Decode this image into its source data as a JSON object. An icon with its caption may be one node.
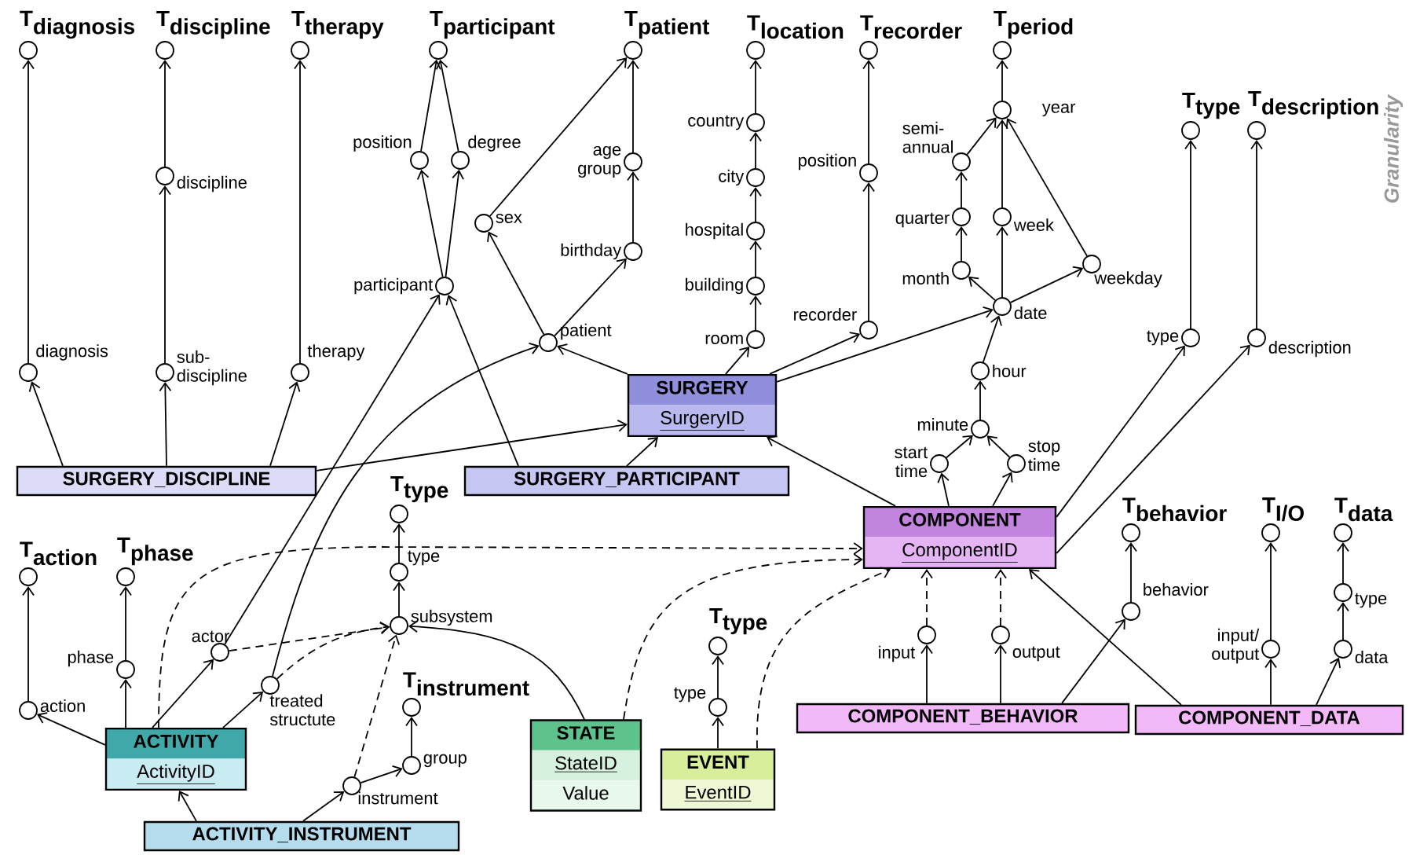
{
  "diagram": {
    "nodes": [
      {
        "text": [
          "\\textbf{T}_{\\textbf{diagnosis}}"
        ]
      },
      {
        "text": [
          "\\textbf{T}_{\\textbf{discipline}}"
        ]
      },
      {
        "text": [
          "\\textbf{T}_{\\textbf{therapy}}"
        ]
      },
      {
        "text": [
          "\\textbf{T}_{\\textbf{participant}}"
        ]
      },
      {
        "text": [
          "\\textbf{T}_{\\textbf{patient}}"
        ]
      },
      {
        "text": [
          "\\textbf{T}_{\\textbf{location}}"
        ]
      },
      {
        "text": [
          "\\textbf{T}_{\\textbf{recorder}}"
        ]
      },
      {
        "text": [
          "\\textbf{T}_{\\textbf{period}}"
        ]
      },
      {
        "text": [
          "\\textbf{T}_{\\textbf{type}}"
        ]
      },
      {
        "text": [
          "\\textbf{T}_{\\textbf{description}}"
        ]
      },
      {
        "text": [
          "diagnosis"
        ]
      },
      {
        "text": [
          "discipline"
        ]
      },
      {
        "text": [
          "sub- discipline"
        ]
      },
      {
        "text": [
          "therapy"
        ]
      },
      {
        "text": [
          "position"
        ]
      },
      {
        "text": [
          "degree"
        ]
      },
      {
        "text": [
          "participant"
        ]
      },
      {
        "text": [
          "sex"
        ]
      },
      {
        "text": [
          "age group"
        ]
      },
      {
        "text": [
          "birthday"
        ]
      },
      {
        "text": [
          "patient"
        ]
      },
      {
        "text": [
          "country"
        ]
      },
      {
        "text": [
          "city"
        ]
      },
      {
        "text": [
          "hospital"
        ]
      },
      {
        "text": [
          "building"
        ]
      },
      {
        "text": [
          "room"
        ]
      },
      {
        "text": [
          "position"
        ]
      },
      {
        "text": [
          "recorder"
        ]
      },
      {
        "text": [
          "year"
        ]
      },
      {
        "text": [
          "semi- annual"
        ]
      },
      {
        "text": [
          "quarter"
        ]
      },
      {
        "text": [
          "week"
        ]
      },
      {
        "text": [
          "month"
        ]
      },
      {
        "text": [
          "weekday"
        ]
      },
      {
        "text": [
          "date"
        ]
      },
      {
        "text": [
          "hour"
        ]
      },
      {
        "text": [
          "minute"
        ]
      },
      {
        "text": [
          "start time"
        ]
      },
      {
        "text": [
          "stop time"
        ]
      },
      {
        "text": [
          "type"
        ]
      },
      {
        "text": [
          "description"
        ]
      },
      {
        "text": [
          "\\textbf{T}_{\\textbf{behavior}}"
        ]
      },
      {
        "text": [
          "\\textbf{T}_{\\textbf{I/O}}"
        ]
      },
      {
        "text": [
          "\\textbf{T}_{\\textbf{data}}"
        ]
      },
      {
        "text": [
          "behavior"
        ]
      },
      {
        "text": [
          "input/ output"
        ]
      },
      {
        "text": [
          "type"
        ]
      },
      {
        "text": [
          "data"
        ]
      },
      {
        "text": [
          "input"
        ]
      },
      {
        "text": [
          "output"
        ]
      },
      {
        "text": [
          "\\textbf{T}_{\\textbf{type}}"
        ]
      },
      {
        "text": [
          "type"
        ]
      },
      {
        "text": [
          "subsystem"
        ]
      },
      {
        "text": [
          "\\textbf{T}_{\\textbf{instrument}}"
        ]
      },
      {
        "text": [
          "group"
        ]
      },
      {
        "text": [
          "instrument"
        ]
      },
      {
        "text": [
          "actor"
        ]
      },
      {
        "text": [
          "treated structute"
        ]
      },
      {
        "text": [
          "\\textbf{T}_{\\textbf{action}}"
        ]
      },
      {
        "text": [
          "\\textbf{T}_{\\textbf{phase}}"
        ]
      },
      {
        "text": [
          "phase"
        ]
      },
      {
        "text": [
          "action"
        ]
      },
      {
        "text": [
          "\\textbf{T}_{\\textbf{type}}"
        ]
      },
      {
        "text": [
          "type"
        ]
      },
      {
        "text": [
          "SURGERY",
          "SurgeryID"
        ]
      },
      {
        "text": [
          "SURGERY_DISCIPLINE"
        ]
      },
      {
        "text": [
          "SURGERY_PARTICIPANT"
        ]
      },
      {
        "text": [
          "COMPONENT",
          "ComponentID"
        ]
      },
      {
        "text": [
          "ACTIVITY",
          "ActivityID"
        ]
      },
      {
        "text": [
          "ACTIVITY_INSTRUMENT"
        ]
      },
      {
        "text": [
          "STATE",
          "StateID",
          "Value"
        ]
      },
      {
        "text": [
          "EVENT",
          "EventID"
        ]
      },
      {
        "text": [
          "COMPONENT_BEHAVIOR"
        ]
      },
      {
        "text": [
          "COMPONENT_DATA"
        ]
      }
    ],
    "edges": [
      {
        "from": 10,
        "to": 0,
        "arrow": "to"
      },
      {
        "from": 12,
        "to": 11,
        "arrow": "to"
      },
      {
        "from": 11,
        "to": 1,
        "arrow": "to"
      },
      {
        "from": 13,
        "to": 2,
        "arrow": "to"
      },
      {
        "from": 16,
        "to": 14,
        "arrow": "to"
      },
      {
        "from": 16,
        "to": 15,
        "arrow": "to"
      },
      {
        "from": 14,
        "to": 3,
        "arrow": "to"
      },
      {
        "from": 15,
        "to": 3,
        "arrow": "to"
      },
      {
        "from": 17,
        "to": 4,
        "arrow": "to"
      },
      {
        "from": 20,
        "to": 17,
        "arrow": "to"
      },
      {
        "from": 20,
        "to": 19,
        "arrow": "to"
      },
      {
        "from": 19,
        "to": 18,
        "arrow": "to"
      },
      {
        "from": 18,
        "to": 4,
        "arrow": "to"
      },
      {
        "from": 25,
        "to": 24,
        "arrow": "to"
      },
      {
        "from": 24,
        "to": 23,
        "arrow": "to"
      },
      {
        "from": 23,
        "to": 22,
        "arrow": "to"
      },
      {
        "from": 22,
        "to": 21,
        "arrow": "to"
      },
      {
        "from": 21,
        "to": 5,
        "arrow": "to"
      },
      {
        "from": 27,
        "to": 26,
        "arrow": "to"
      },
      {
        "from": 26,
        "to": 6,
        "arrow": "to"
      },
      {
        "from": 34,
        "to": 32,
        "arrow": "to"
      },
      {
        "from": 32,
        "to": 30,
        "arrow": "to"
      },
      {
        "from": 30,
        "to": 29,
        "arrow": "to"
      },
      {
        "from": 29,
        "to": 28,
        "arrow": "to"
      },
      {
        "from": 34,
        "to": 31,
        "arrow": "to"
      },
      {
        "from": 31,
        "to": 28,
        "arrow": "to"
      },
      {
        "from": 34,
        "to": 33,
        "arrow": "to"
      },
      {
        "from": 33,
        "to": 28,
        "arrow": "to"
      },
      {
        "from": 28,
        "to": 7,
        "arrow": "to"
      },
      {
        "from": 35,
        "to": 34,
        "arrow": "to"
      },
      {
        "from": 36,
        "to": 35,
        "arrow": "to"
      },
      {
        "from": 37,
        "to": 36,
        "arrow": "to"
      },
      {
        "from": 38,
        "to": 36,
        "arrow": "to"
      },
      {
        "from": 39,
        "to": 8,
        "arrow": "to"
      },
      {
        "from": 40,
        "to": 9,
        "arrow": "to"
      },
      {
        "from": 44,
        "to": 41,
        "arrow": "to"
      },
      {
        "from": 45,
        "to": 42,
        "arrow": "to"
      },
      {
        "from": 47,
        "to": 46,
        "arrow": "to"
      },
      {
        "from": 46,
        "to": 43,
        "arrow": "to"
      },
      {
        "from": 63,
        "to": 62,
        "arrow": "to"
      },
      {
        "from": 51,
        "to": 50,
        "arrow": "to"
      },
      {
        "from": 52,
        "to": 51,
        "arrow": "to"
      },
      {
        "from": 54,
        "to": 53,
        "arrow": "to"
      },
      {
        "from": 55,
        "to": 54,
        "arrow": "to"
      },
      {
        "from": 60,
        "to": 59,
        "arrow": "to"
      },
      {
        "from": 61,
        "to": 58,
        "arrow": "to"
      },
      {
        "from": 65,
        "to": 10,
        "arrow": "to"
      },
      {
        "from": 65,
        "to": 12,
        "arrow": "to"
      },
      {
        "from": 65,
        "to": 13,
        "arrow": "to"
      },
      {
        "from": 65,
        "to": 64,
        "arrow": "to"
      },
      {
        "from": 66,
        "to": 64,
        "arrow": "to"
      },
      {
        "from": 66,
        "to": 16,
        "arrow": "to"
      },
      {
        "from": 64,
        "to": 20,
        "arrow": "to"
      },
      {
        "from": 64,
        "to": 25,
        "arrow": "to"
      },
      {
        "from": 64,
        "to": 27,
        "arrow": "to"
      },
      {
        "from": 64,
        "to": 34,
        "arrow": "to"
      },
      {
        "from": 67,
        "to": 64,
        "arrow": "to"
      },
      {
        "from": 67,
        "to": 37,
        "arrow": "to"
      },
      {
        "from": 67,
        "to": 38,
        "arrow": "to"
      },
      {
        "from": 67,
        "to": 39,
        "arrow": "to"
      },
      {
        "from": 67,
        "to": 40,
        "arrow": "to"
      },
      {
        "from": 72,
        "to": 48,
        "arrow": "to"
      },
      {
        "from": 72,
        "to": 49,
        "arrow": "to"
      },
      {
        "from": 72,
        "to": 44,
        "arrow": "to"
      },
      {
        "from": 73,
        "to": 67,
        "arrow": "to"
      },
      {
        "from": 73,
        "to": 45,
        "arrow": "to"
      },
      {
        "from": 73,
        "to": 47,
        "arrow": "to"
      },
      {
        "from": 48,
        "to": 67,
        "arrow": "to",
        "style": "dashed"
      },
      {
        "from": 49,
        "to": 67,
        "arrow": "to",
        "style": "dashed"
      },
      {
        "from": 68,
        "to": 61,
        "arrow": "to"
      },
      {
        "from": 68,
        "to": 60,
        "arrow": "to"
      },
      {
        "from": 68,
        "to": 56,
        "arrow": "to"
      },
      {
        "from": 68,
        "to": 57,
        "arrow": "to"
      },
      {
        "from": 68,
        "to": 67,
        "arrow": "to",
        "style": "dashed"
      },
      {
        "from": 56,
        "to": 52,
        "arrow": "to",
        "style": "dashed"
      },
      {
        "from": 57,
        "to": 52,
        "arrow": "to",
        "style": "dashed"
      },
      {
        "from": 55,
        "to": 52,
        "arrow": "to",
        "style": "dashed"
      },
      {
        "from": 69,
        "to": 68,
        "arrow": "to"
      },
      {
        "from": 69,
        "to": 55,
        "arrow": "to"
      },
      {
        "from": 70,
        "to": 52,
        "arrow": "to"
      },
      {
        "from": 70,
        "to": 67,
        "arrow": "to",
        "style": "dashed"
      },
      {
        "from": 71,
        "to": 63,
        "arrow": "to"
      },
      {
        "from": 71,
        "to": 67,
        "arrow": "to",
        "style": "dashed"
      },
      {
        "from": 57,
        "to": 20,
        "arrow": "to"
      },
      {
        "from": 56,
        "to": 16,
        "arrow": "to"
      }
    ],
    "labels": [
      "Granularity"
    ]
  }
}
